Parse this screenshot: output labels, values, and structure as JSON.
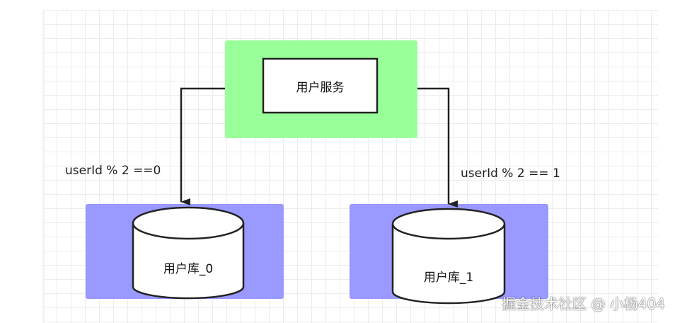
{
  "diagram": {
    "nodes": {
      "service": {
        "label": "用户服务",
        "container_color": "#99ff99"
      },
      "db0": {
        "label": "用户库_0",
        "container_color": "#9999ff"
      },
      "db1": {
        "label": "用户库_1",
        "container_color": "#9999ff"
      }
    },
    "edges": {
      "to_db0": {
        "label": "userId % 2 ==0"
      },
      "to_db1": {
        "label": "userId % 2 == 1"
      }
    }
  },
  "watermark": {
    "text": "掘金技术社区 @ 小杨404"
  },
  "colors": {
    "grid_line": "#ececec",
    "stroke": "#222222",
    "service_container": "#99ff99",
    "db_container": "#9999ff",
    "node_fill": "#ffffff"
  }
}
